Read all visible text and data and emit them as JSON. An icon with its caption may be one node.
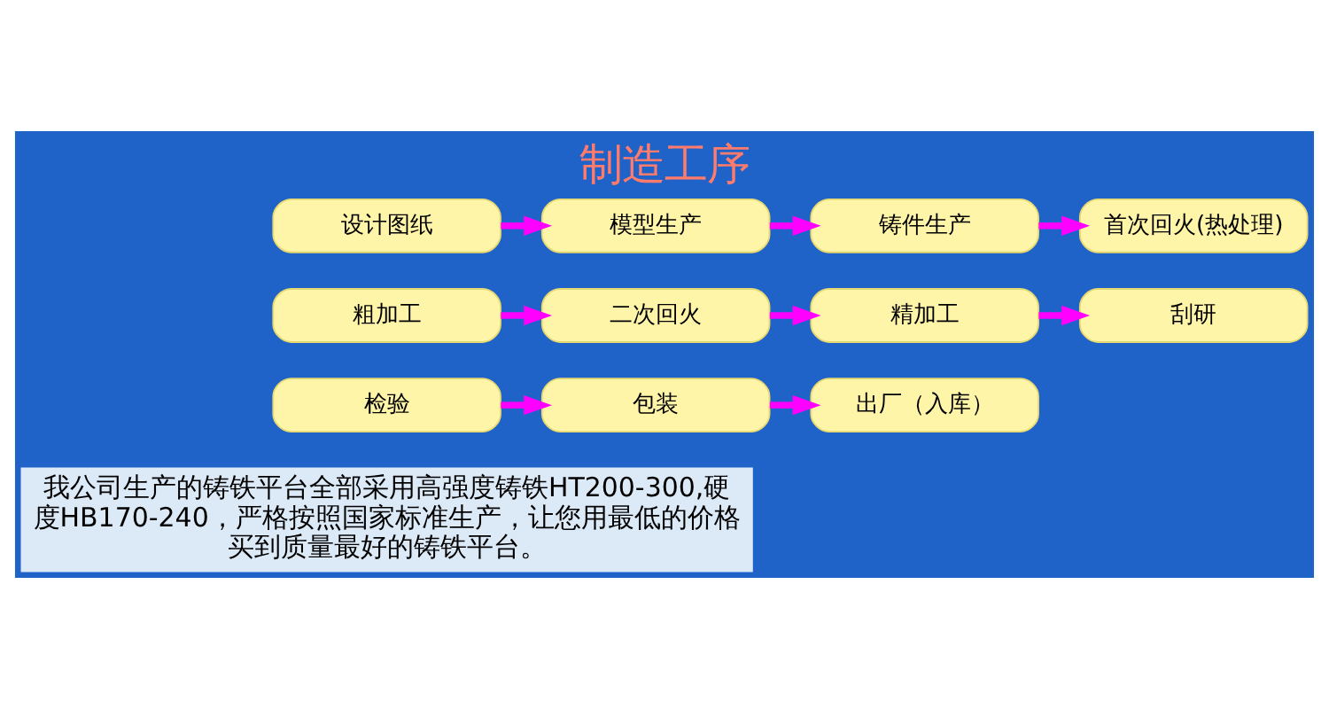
{
  "diagram": {
    "title": "制造工序",
    "nodes": [
      {
        "text": [
          "设计图纸"
        ]
      },
      {
        "text": [
          "模型生产"
        ]
      },
      {
        "text": [
          "铸件生产"
        ]
      },
      {
        "text": [
          "首次回火(热处理)"
        ]
      },
      {
        "text": [
          "粗加工"
        ]
      },
      {
        "text": [
          "二次回火"
        ]
      },
      {
        "text": [
          "精加工"
        ]
      },
      {
        "text": [
          "刮研"
        ]
      },
      {
        "text": [
          "检验"
        ]
      },
      {
        "text": [
          "包装"
        ]
      },
      {
        "text": [
          "出厂（入库）"
        ]
      }
    ],
    "edges": [
      {
        "from": 0,
        "to": 1,
        "arrow": "to"
      },
      {
        "from": 1,
        "to": 2,
        "arrow": "to"
      },
      {
        "from": 2,
        "to": 3,
        "arrow": "to"
      },
      {
        "from": 4,
        "to": 5,
        "arrow": "to"
      },
      {
        "from": 5,
        "to": 6,
        "arrow": "to"
      },
      {
        "from": 6,
        "to": 7,
        "arrow": "to"
      },
      {
        "from": 8,
        "to": 9,
        "arrow": "to"
      },
      {
        "from": 9,
        "to": 10,
        "arrow": "to"
      }
    ],
    "labels": [
      "我公司生产的铸铁平台全部采用高强度铸铁HT200-300,硬度HB170-240，严格按照国家标准生产，让您用最低的价格买到质量最好的铸铁平台。"
    ]
  }
}
